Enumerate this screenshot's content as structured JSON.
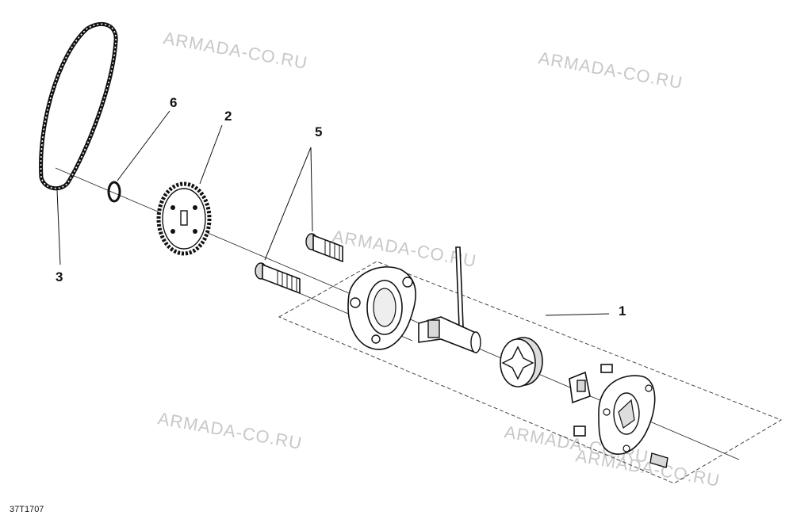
{
  "callouts": {
    "c1": "1",
    "c2": "2",
    "c3": "3",
    "c5": "5",
    "c6": "6"
  },
  "watermarks": {
    "w1": "ARMADA-CO.RU",
    "w2": "ARMADA-CO.RU",
    "w3": "ARMADA-CO.RU",
    "w4": "ARMADA-CO.RU",
    "w5": "ARMADA-CO.RU",
    "w6": "ARMADA-CO.RU"
  },
  "figure_id": "37T1707"
}
